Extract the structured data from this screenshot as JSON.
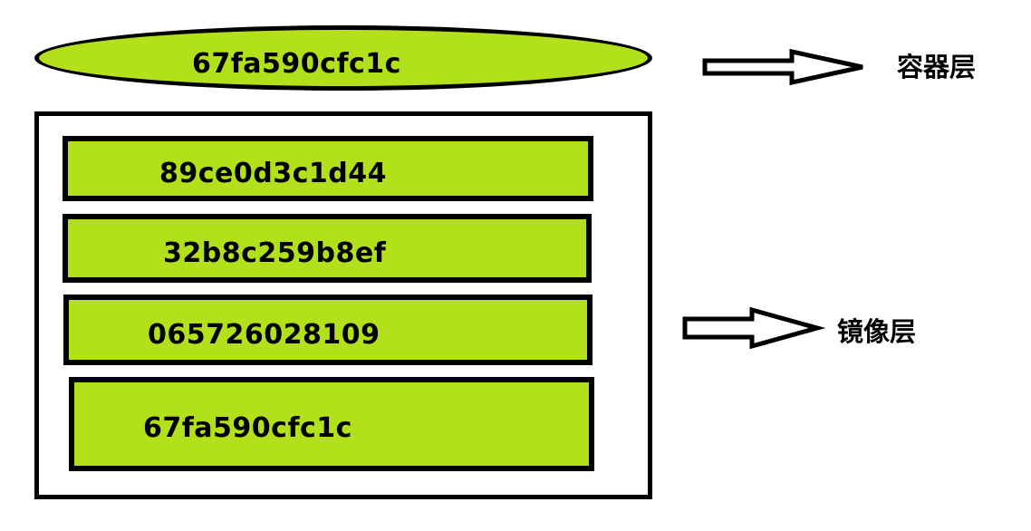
{
  "container_layer": {
    "id": "67fa590cfc1c",
    "label": "容器层"
  },
  "image_layer": {
    "label": "镜像层",
    "layers": [
      {
        "id": "89ce0d3c1d44"
      },
      {
        "id": "32b8c259b8ef"
      },
      {
        "id": "065726028109"
      },
      {
        "id": "67fa590cfc1c"
      }
    ]
  },
  "colors": {
    "fill": "#b2e11c",
    "stroke": "#000000",
    "background": "#ffffff"
  }
}
